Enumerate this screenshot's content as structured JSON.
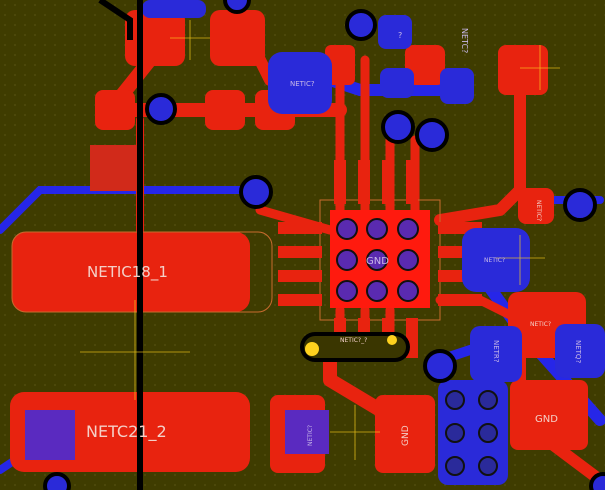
{
  "board": {
    "colors": {
      "background": "#3f3c00",
      "copper_top": "#ff1a0e",
      "copper_top_dim": "#d64314",
      "copper_bottom": "#2626e8",
      "via_ring": "#ffffff",
      "via_hole": "#1a1a8c",
      "silk": "#ffd21e",
      "outline": "#000000"
    },
    "labels": {
      "netic18": "NETIC18_1",
      "netc21": "NETC21_2",
      "gnd_center": "GND",
      "gnd_bottom_mid": "GND",
      "gnd_bottom_right": "GND",
      "small_top_pad": "NETIC?",
      "small_left_pad": "NETIC?",
      "small_center_right": "NETIC?",
      "small_right_pad": "NETIC?",
      "small_center_bottom": "NETIC?_?",
      "small_bottom_pad": "NETIC?",
      "small_q": "?",
      "vertical_top_right": "NETC?",
      "vertical_right": "NETR?",
      "vertical_bottom_right": "NETQ?"
    }
  }
}
